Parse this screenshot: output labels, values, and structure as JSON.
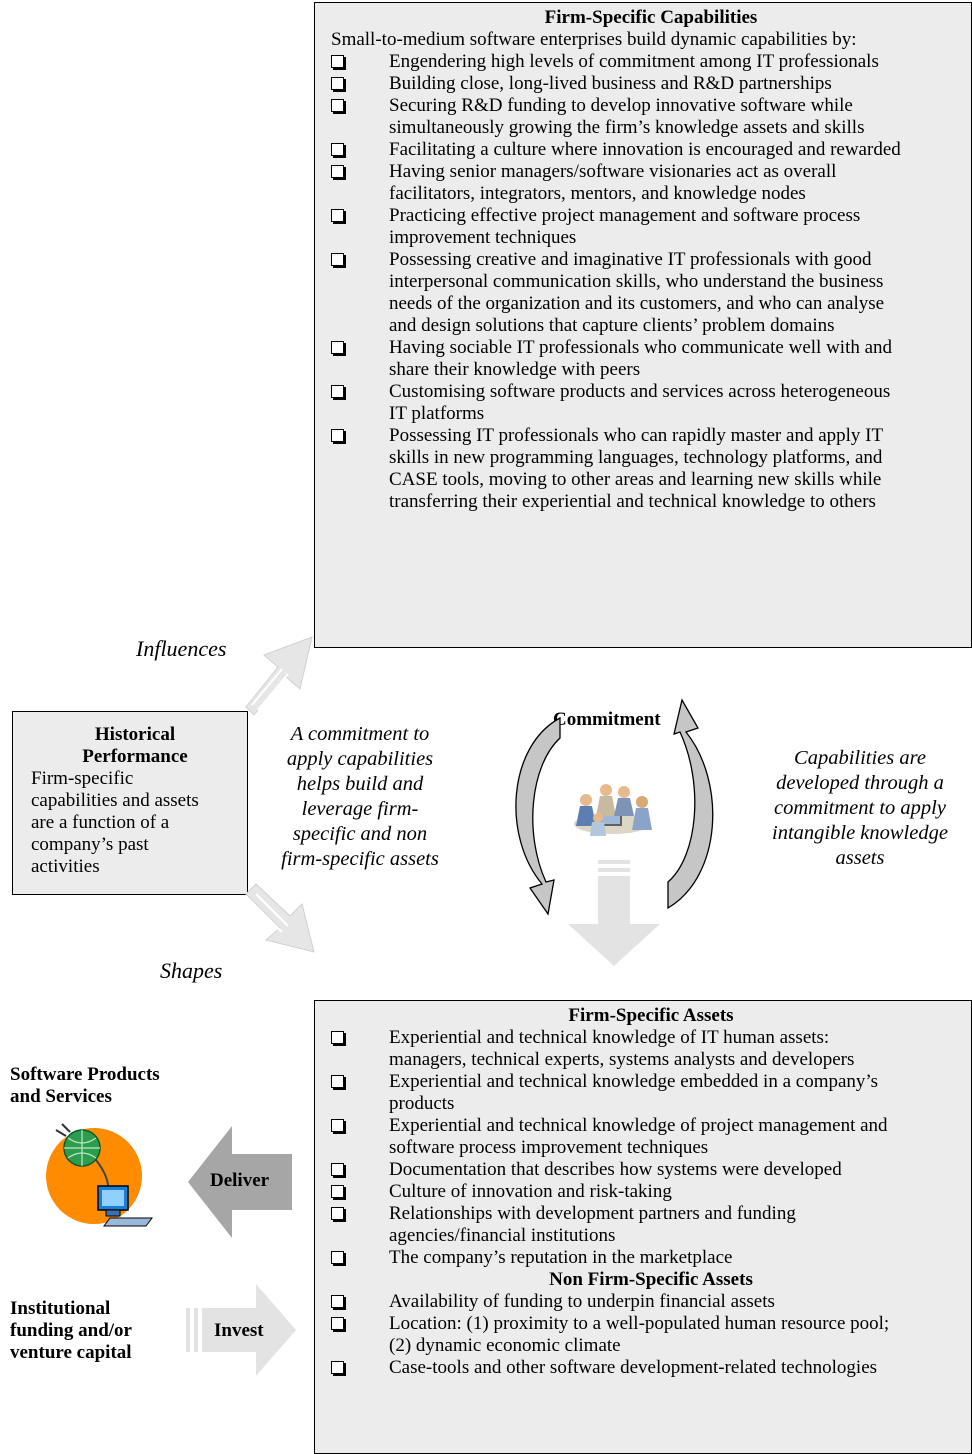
{
  "capabilities": {
    "title": "Firm-Specific Capabilities",
    "intro": "Small-to-medium software enterprises build dynamic capabilities by:",
    "items": [
      [
        "Engendering high levels of commitment among IT professionals"
      ],
      [
        "Building close, long-lived business and R&D partnerships"
      ],
      [
        "Securing R&D funding to develop innovative software while",
        "simultaneously growing the firm’s knowledge assets and skills"
      ],
      [
        "Facilitating a culture where innovation is encouraged and rewarded"
      ],
      [
        "Having senior managers/software visionaries act as overall",
        "facilitators, integrators, mentors, and knowledge nodes"
      ],
      [
        "Practicing effective project management and software process",
        "improvement techniques"
      ],
      [
        "Possessing creative and imaginative IT professionals with good",
        "interpersonal communication skills, who understand the business",
        "needs of the organization and its customers, and who can analyse",
        "and design solutions that capture clients’ problem domains"
      ],
      [
        "Having sociable IT professionals who communicate well with and",
        "share their knowledge with peers"
      ],
      [
        "Customising software products and services across heterogeneous",
        "IT platforms"
      ],
      [
        "Possessing IT professionals who can rapidly master and apply IT",
        "skills in new programming languages, technology platforms, and",
        "CASE tools,  moving to other areas and learning new skills while",
        "transferring their experiential and technical knowledge to others"
      ]
    ]
  },
  "labels": {
    "influences": "Influences",
    "shapes": "Shapes",
    "commitment": "Commitment",
    "deliver": "Deliver",
    "invest": "Invest",
    "software_products": [
      "Software Products",
      "and Services"
    ],
    "institutional": [
      "Institutional",
      "funding and/or",
      "venture capital"
    ]
  },
  "historical": {
    "title": [
      "Historical",
      "Performance"
    ],
    "body": [
      "Firm-specific",
      "capabilities and assets",
      "are a function of a",
      "company’s past",
      "activities"
    ]
  },
  "middle_left": [
    "A commitment to",
    "apply capabilities",
    "helps build and",
    "leverage firm-",
    "specific and non",
    "firm-specific assets"
  ],
  "middle_right": [
    "Capabilities are",
    "developed through a",
    "commitment to apply",
    "intangible knowledge",
    "assets"
  ],
  "assets": {
    "title": "Firm-Specific Assets",
    "items": [
      [
        "Experiential and technical knowledge of IT human assets:",
        "managers, technical experts, systems analysts and developers"
      ],
      [
        "Experiential and technical knowledge embedded in a company’s",
        "products"
      ],
      [
        "Experiential and technical knowledge of project management and",
        "software process improvement techniques"
      ],
      [
        "Documentation that describes how systems were developed"
      ],
      [
        "Culture of innovation and risk-taking"
      ],
      [
        "Relationships with development partners and funding",
        "agencies/financial institutions"
      ],
      [
        "The company’s reputation in the marketplace"
      ]
    ],
    "non_title": "Non Firm-Specific Assets",
    "non_items": [
      [
        "Availability of funding to underpin financial assets"
      ],
      [
        "Location: (1) proximity to a well-populated human resource pool;",
        "(2) dynamic economic climate"
      ],
      [
        "Case-tools and other software development-related technologies"
      ]
    ]
  },
  "colors": {
    "box_fill": "#ececec",
    "arrow_gray": "#a6a6a6",
    "light_arrow": "#e3e3e3",
    "globe_orange": "#ff8c00"
  }
}
